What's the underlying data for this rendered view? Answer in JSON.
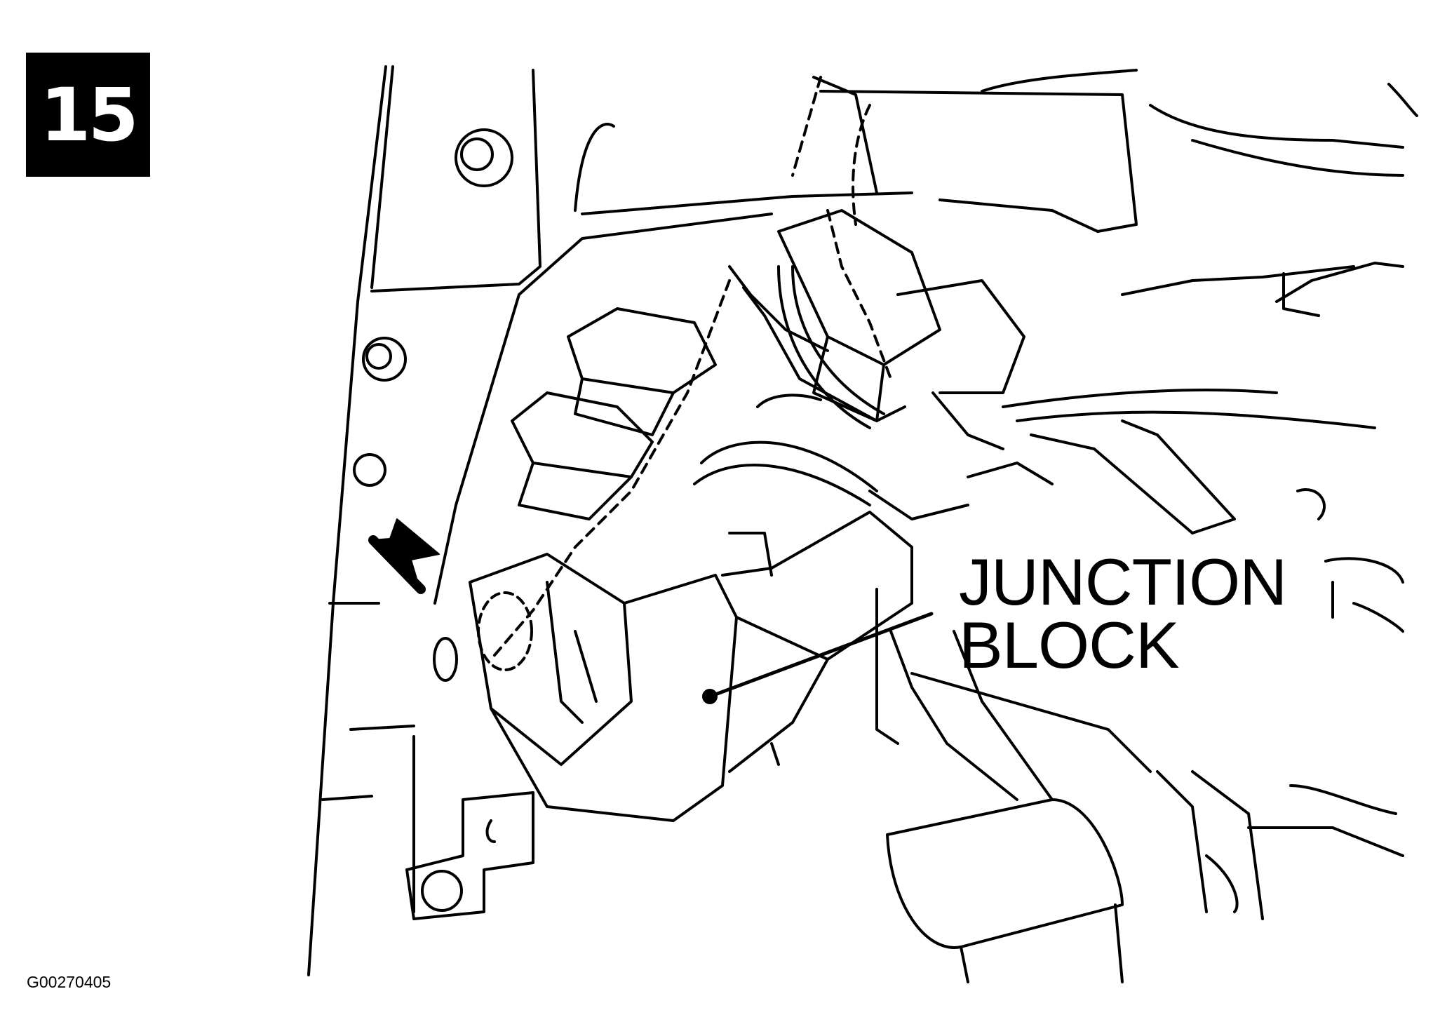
{
  "step": {
    "number": "15"
  },
  "callout": {
    "line1": "JUNCTION",
    "line2": "BLOCK"
  },
  "figure": {
    "id": "G00270405"
  },
  "colors": {
    "ink": "#000000",
    "paper": "#ffffff"
  },
  "icons": {
    "pointer": "arrow-pointer-icon"
  }
}
